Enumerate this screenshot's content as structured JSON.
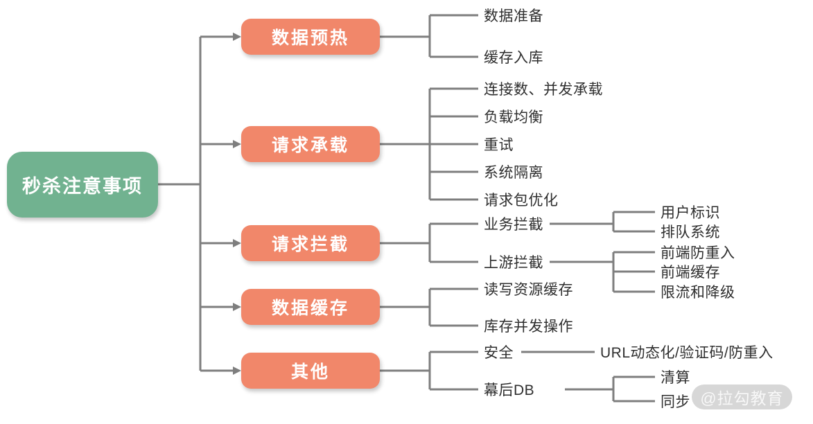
{
  "diagram": {
    "root": {
      "label": "秒杀注意事项"
    },
    "branches": [
      {
        "label": "数据预热",
        "children": [
          {
            "label": "数据准备"
          },
          {
            "label": "缓存入库"
          }
        ]
      },
      {
        "label": "请求承载",
        "children": [
          {
            "label": "连接数、并发承载"
          },
          {
            "label": "负载均衡"
          },
          {
            "label": "重试"
          },
          {
            "label": "系统隔离"
          },
          {
            "label": "请求包优化"
          }
        ]
      },
      {
        "label": "请求拦截",
        "children": [
          {
            "label": "业务拦截",
            "children": [
              {
                "label": "用户标识"
              },
              {
                "label": "排队系统"
              }
            ]
          },
          {
            "label": "上游拦截",
            "children": [
              {
                "label": "前端防重入"
              },
              {
                "label": "前端缓存"
              },
              {
                "label": "限流和降级"
              }
            ]
          }
        ]
      },
      {
        "label": "数据缓存",
        "children": [
          {
            "label": "读写资源缓存"
          },
          {
            "label": "库存并发操作"
          }
        ]
      },
      {
        "label": "其他",
        "children": [
          {
            "label": "安全",
            "children": [
              {
                "label": "URL动态化/验证码/防重入"
              }
            ]
          },
          {
            "label": "幕后DB",
            "children": [
              {
                "label": "清算"
              },
              {
                "label": "同步"
              }
            ]
          }
        ]
      }
    ],
    "colors": {
      "root_fill": "#71b290",
      "branch_fill": "#f1876a",
      "line": "#7e7e7e",
      "leaf_text": "#2e2e2e"
    },
    "watermark": {
      "label": "@拉勾教育"
    }
  }
}
